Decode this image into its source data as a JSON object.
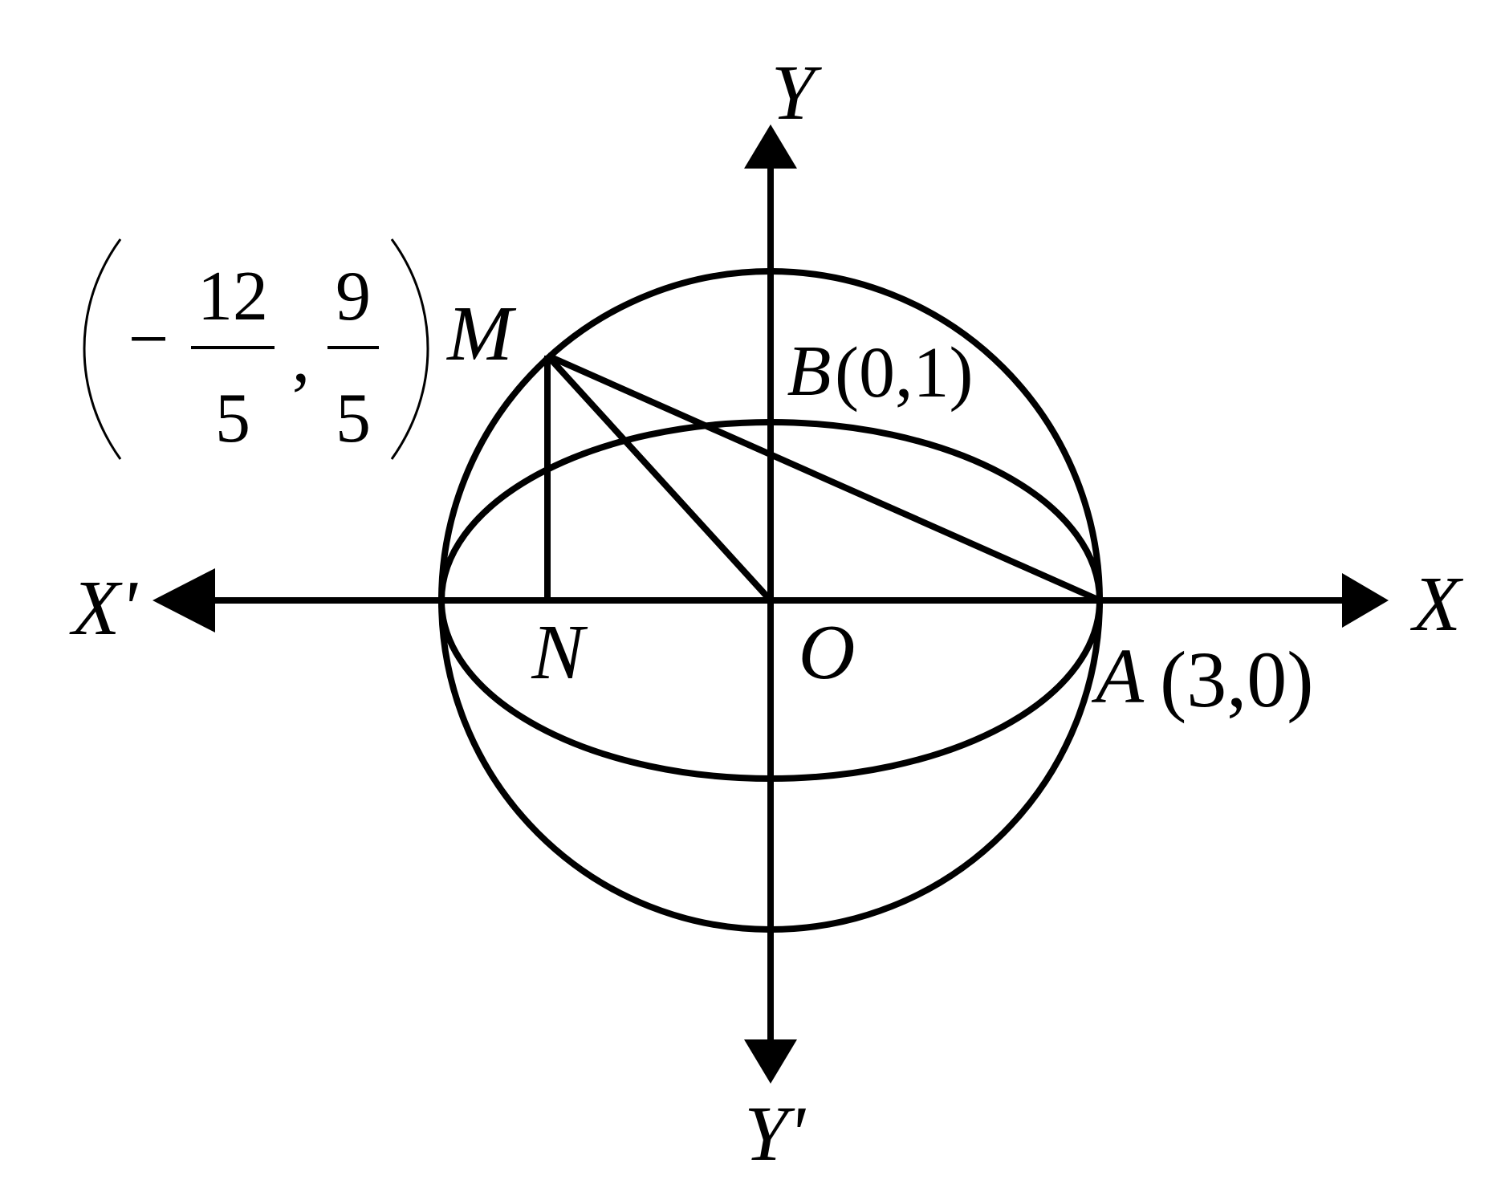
{
  "colors": {
    "ink": "#000000",
    "background": "#ffffff"
  },
  "labels": {
    "y_axis": "Y",
    "y_axis_neg": "Y'",
    "x_axis": "X",
    "x_axis_neg": "X'",
    "origin": "O",
    "point_m": "M",
    "point_n": "N",
    "point_a": "A",
    "point_a_coords": "(3,0)",
    "point_b": "B",
    "point_b_coords": "(0,1)",
    "m_x_sign": "−",
    "m_x_num": "12",
    "m_x_den": "5",
    "m_comma": ",",
    "m_y_num": "9",
    "m_y_den": "5"
  },
  "geometry": {
    "circle_radius": 3,
    "ellipse_semi_major": 3,
    "ellipse_semi_minor": 1,
    "points": {
      "O": [
        0,
        0
      ],
      "A": [
        3,
        0
      ],
      "B": [
        0,
        1
      ],
      "M": [
        -2.4,
        1.8
      ],
      "N": [
        -2.4,
        0
      ]
    }
  }
}
